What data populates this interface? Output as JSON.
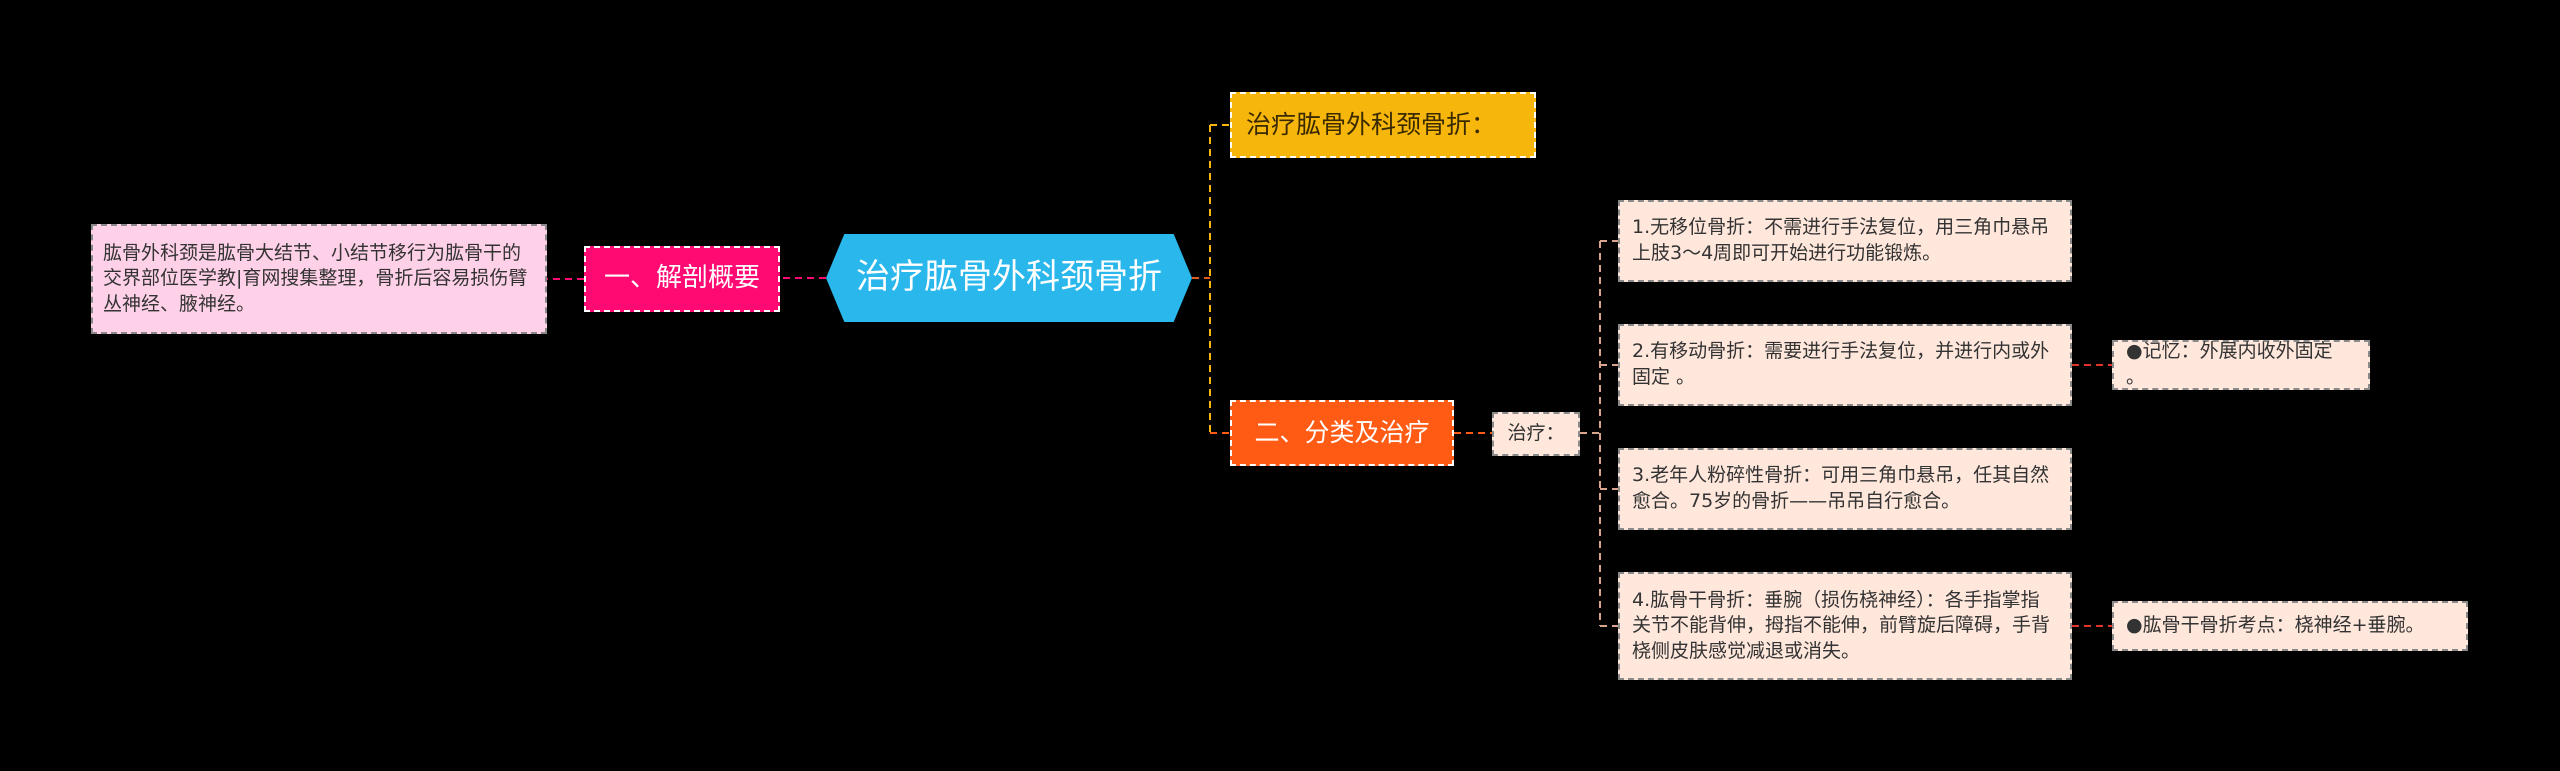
{
  "root": {
    "label": "治疗肱骨外科颈骨折"
  },
  "branches": {
    "anatomy": {
      "label": "一、解剖概要",
      "detail": "肱骨外科颈是肱骨大结节、小结节移行为肱骨干的交界部位医学教|育网搜集整理，骨折后容易损伤臂丛神经、腋神经。"
    },
    "treatment_title": {
      "label": "治疗肱骨外科颈骨折："
    },
    "classification": {
      "label": "二、分类及治疗",
      "sub": {
        "label": "治疗：",
        "items": [
          {
            "text": "1.无移位骨折：不需进行手法复位，用三角巾悬吊上肢3～4周即可开始进行功能锻炼。"
          },
          {
            "text": "2.有移动骨折：需要进行手法复位，并进行内或外固定 。",
            "note": "●记忆：外展内收外固定 。"
          },
          {
            "text": "3.老年人粉碎性骨折：可用三角巾悬吊，任其自然愈合。75岁的骨折——吊吊自行愈合。"
          },
          {
            "text": "4.肱骨干骨折：垂腕（损伤桡神经）：各手指掌指关节不能背伸，拇指不能伸，前臂旋后障碍，手背桡侧皮肤感觉减退或消失。",
            "note": "●肱骨干骨折考点：桡神经+垂腕。"
          }
        ]
      }
    }
  },
  "colors": {
    "background": "#000000",
    "root": "#2ab7ec",
    "pink": "#ff0a72",
    "gold": "#f6b60b",
    "orange": "#ff5b14",
    "leaf": "#ffe7dc",
    "pink_leaf": "#ffd1e8"
  }
}
